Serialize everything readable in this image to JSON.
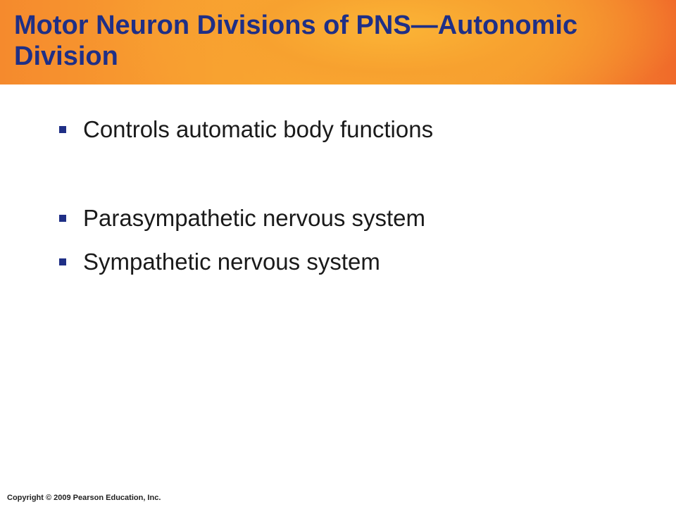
{
  "slide": {
    "title": "Motor Neuron Divisions of PNS—Autonomic Division",
    "bullets": [
      "Controls automatic body functions",
      "Parasympathetic nervous system",
      "Sympathetic nervous system"
    ],
    "footer": "Copyright © 2009 Pearson Education, Inc."
  },
  "colors": {
    "title_text": "#1f2f86",
    "banner_orange": "#f9a431",
    "bullet_marker": "#1f2f86"
  }
}
